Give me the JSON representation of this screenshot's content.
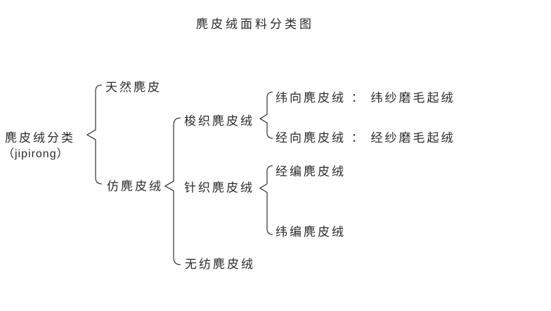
{
  "title": "麂皮绒面料分类图",
  "tree": {
    "root": {
      "label": "麂皮绒分类",
      "sub_label": "（jipirong）"
    },
    "level1": [
      {
        "label": "天然麂皮"
      },
      {
        "label": "仿麂皮绒"
      }
    ],
    "level2": [
      {
        "label": "梭织麂皮绒"
      },
      {
        "label": "针织麂皮绒"
      },
      {
        "label": "无纺麂皮绒"
      }
    ],
    "level3_woven": [
      {
        "label": "纬向麂皮绒 ： 纬纱磨毛起绒"
      },
      {
        "label": "经向麂皮绒 ： 经纱磨毛起绒"
      }
    ],
    "level3_knitted": [
      {
        "label": "经编麂皮绒"
      },
      {
        "label": "纬编麂皮绒"
      }
    ]
  },
  "colors": {
    "text": "#2a2a2a",
    "line": "#1f1f1f",
    "background": "#ffffff"
  }
}
